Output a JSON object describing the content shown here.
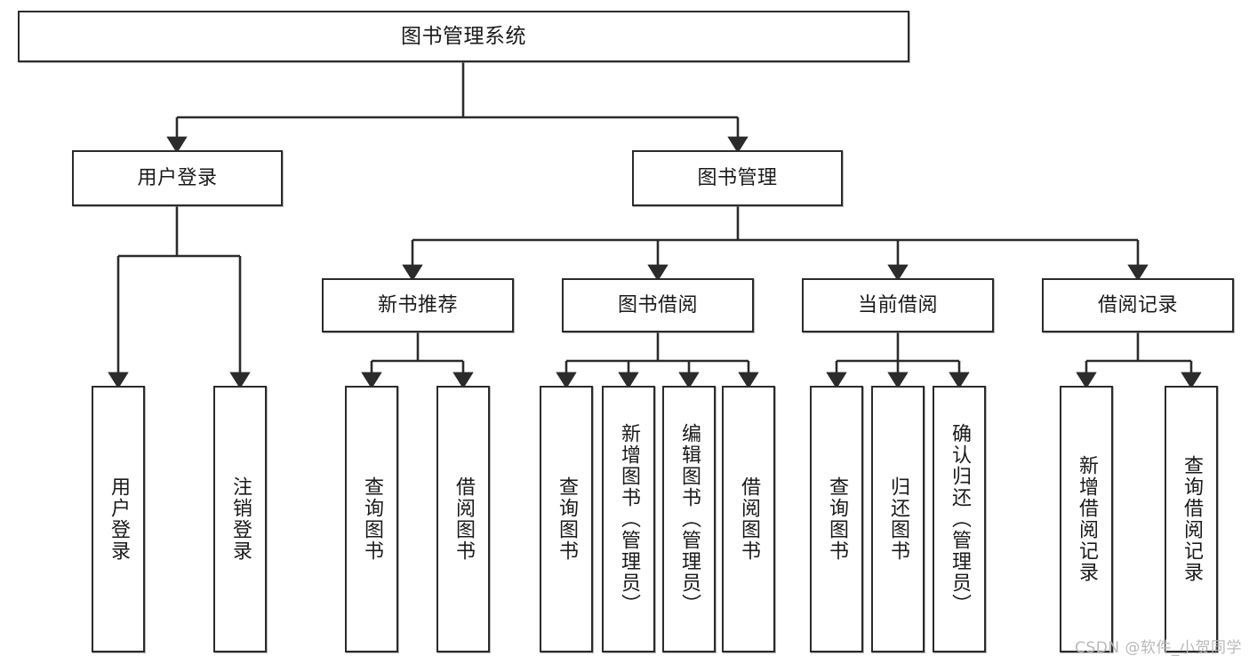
{
  "diagram": {
    "title": "图书管理系统",
    "watermark": "CSDN @软件_小贺同学",
    "root": {
      "label": "图书管理系统"
    },
    "level2": [
      {
        "label": "用户登录"
      },
      {
        "label": "图书管理"
      }
    ],
    "level3": [
      {
        "label": "新书推荐"
      },
      {
        "label": "图书借阅"
      },
      {
        "label": "当前借阅"
      },
      {
        "label": "借阅记录"
      }
    ],
    "leaves": {
      "user_login": [
        {
          "label": "用户登录"
        },
        {
          "label": "注销登录"
        }
      ],
      "new_book": [
        {
          "label": "查询图书"
        },
        {
          "label": "借阅图书"
        }
      ],
      "borrow_book": [
        {
          "label": "查询图书"
        },
        {
          "label": "新增图书（管理员）"
        },
        {
          "label": "编辑图书（管理员）"
        },
        {
          "label": "借阅图书"
        }
      ],
      "current_borrow": [
        {
          "label": "查询图书"
        },
        {
          "label": "归还图书"
        },
        {
          "label": "确认归还（管理员）"
        }
      ],
      "borrow_record": [
        {
          "label": "新增借阅记录"
        },
        {
          "label": "查询借阅记录"
        }
      ]
    },
    "colors": {
      "stroke": "#2b2b2b",
      "fill": "#ffffff",
      "text": "#1a1a1a",
      "watermark": "#b9b9b9"
    }
  }
}
